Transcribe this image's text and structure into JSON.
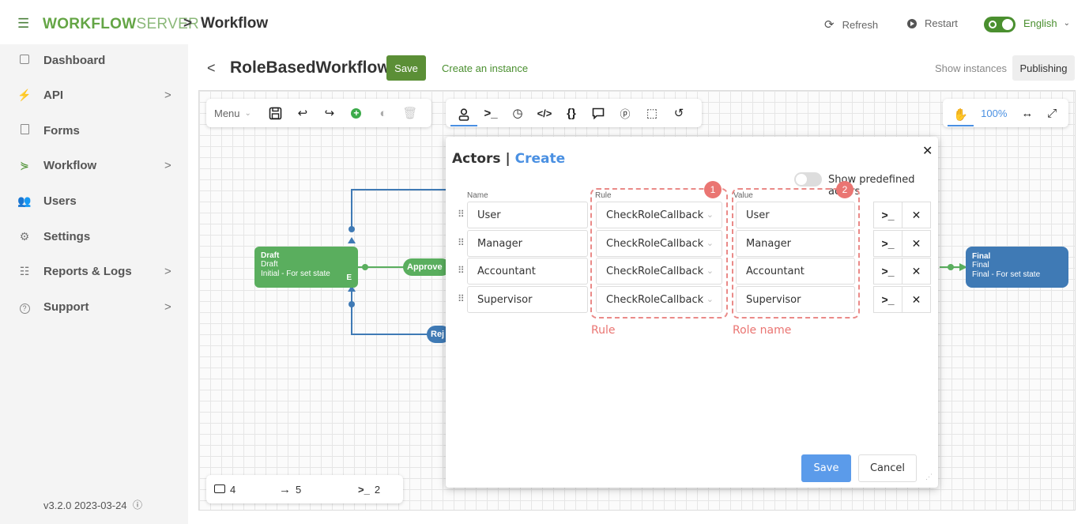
{
  "topbar": {
    "brand_bold": "WORKFLOW",
    "brand_light": "SERVER",
    "crumb_sep": ">",
    "crumb": "Workflow",
    "refresh": "Refresh",
    "restart": "Restart",
    "language": "English"
  },
  "sidebar": {
    "items": [
      {
        "label": "Dashboard",
        "icon": "dashboard-icon",
        "chevron": ""
      },
      {
        "label": "API",
        "icon": "plug-icon",
        "chevron": ">"
      },
      {
        "label": "Forms",
        "icon": "form-icon",
        "chevron": ""
      },
      {
        "label": "Workflow",
        "icon": "workflow-icon",
        "chevron": ">"
      },
      {
        "label": "Users",
        "icon": "users-icon",
        "chevron": ""
      },
      {
        "label": "Settings",
        "icon": "gears-icon",
        "chevron": ""
      },
      {
        "label": "Reports & Logs",
        "icon": "reports-icon",
        "chevron": ">"
      },
      {
        "label": "Support",
        "icon": "help-icon",
        "chevron": ">"
      }
    ],
    "version": "v3.2.0 2023-03-24"
  },
  "header": {
    "title": "RoleBasedWorkflow",
    "save": "Save",
    "create_instance": "Create an instance",
    "show_instances": "Show instances",
    "publishing": "Publishing"
  },
  "toolbar": {
    "menu": "Menu",
    "zoom": "100%"
  },
  "canvas": {
    "draft": {
      "title": "Draft",
      "subtitle": "Draft",
      "desc": "Initial - For set state",
      "marker": "E"
    },
    "final": {
      "title": "Final",
      "subtitle": "Final",
      "desc": "Final - For set state"
    },
    "approve": "Approve",
    "reject": "Rej"
  },
  "counters": {
    "activities": "4",
    "transitions": "5",
    "commands": "2"
  },
  "modal": {
    "title_main": "Actors",
    "title_sep": "|",
    "title_action": "Create",
    "toggle_label": "Show predefined actors",
    "col_name": "Name",
    "col_rule": "Rule",
    "col_value": "Value",
    "rows": [
      {
        "name": "User",
        "rule": "CheckRoleCallback",
        "value": "User"
      },
      {
        "name": "Manager",
        "rule": "CheckRoleCallback",
        "value": "Manager"
      },
      {
        "name": "Accountant",
        "rule": "CheckRoleCallback",
        "value": "Accountant"
      },
      {
        "name": "Supervisor",
        "rule": "CheckRoleCallback",
        "value": "Supervisor"
      }
    ],
    "badge1": "1",
    "badge2": "2",
    "annot_rule": "Rule",
    "annot_role": "Role name",
    "save": "Save",
    "cancel": "Cancel"
  },
  "colors": {
    "brand_green": "#64a545",
    "node_green": "#5aae5e",
    "node_blue": "#3f7ab5",
    "accent_blue": "#4a90e2",
    "annotation_red": "#ea7572"
  }
}
